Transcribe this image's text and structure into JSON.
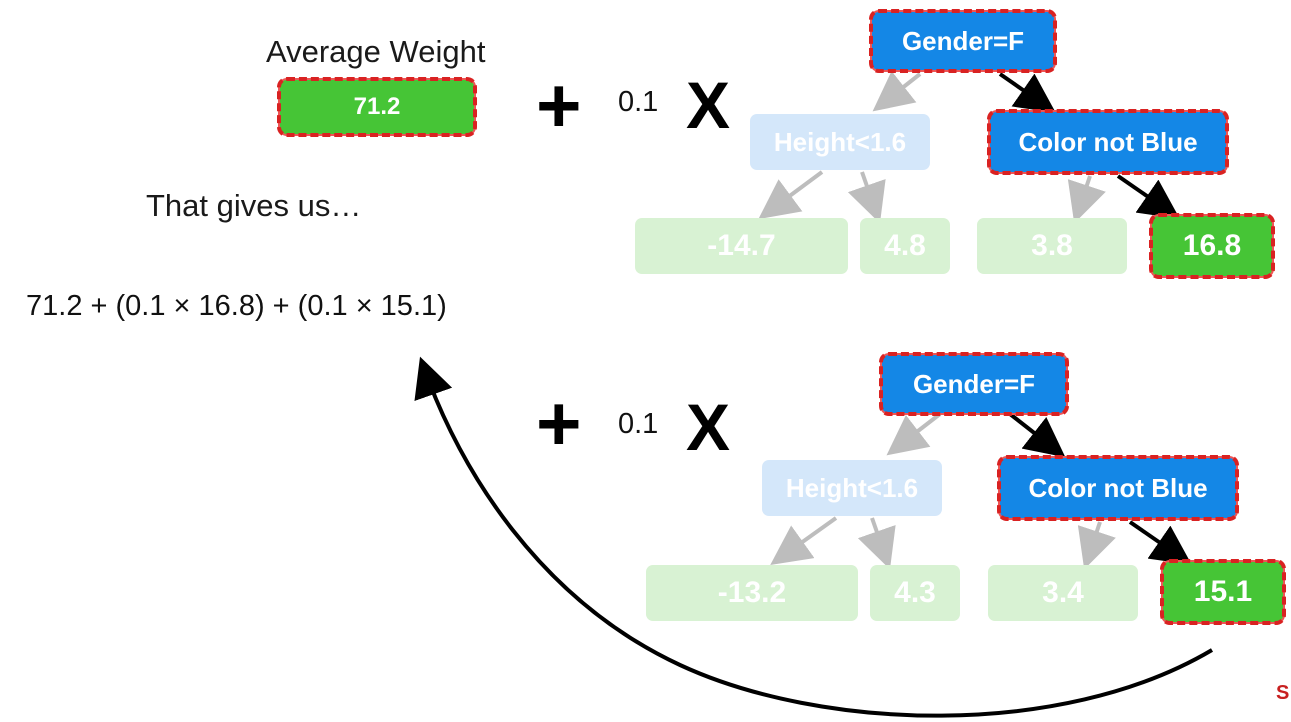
{
  "left": {
    "avg_label": "Average Weight",
    "avg_value": "71.2",
    "gives_text": "That gives us…",
    "formula": "71.2 + (0.1 × 16.8) + (0.1 × 15.1)"
  },
  "colors": {
    "node_blue": "#1487e6",
    "leaf_green": "#46c536",
    "highlight_red": "#d92222"
  },
  "trees": [
    {
      "rate": "0.1",
      "root": "Gender=F",
      "left_split": "Height<1.6",
      "right_split": "Color not Blue",
      "leaves": [
        "-14.7",
        "4.8",
        "3.8",
        "16.8"
      ]
    },
    {
      "rate": "0.1",
      "root": "Gender=F",
      "left_split": "Height<1.6",
      "right_split": "Color not Blue",
      "leaves": [
        "-13.2",
        "4.3",
        "3.4",
        "15.1"
      ]
    }
  ]
}
